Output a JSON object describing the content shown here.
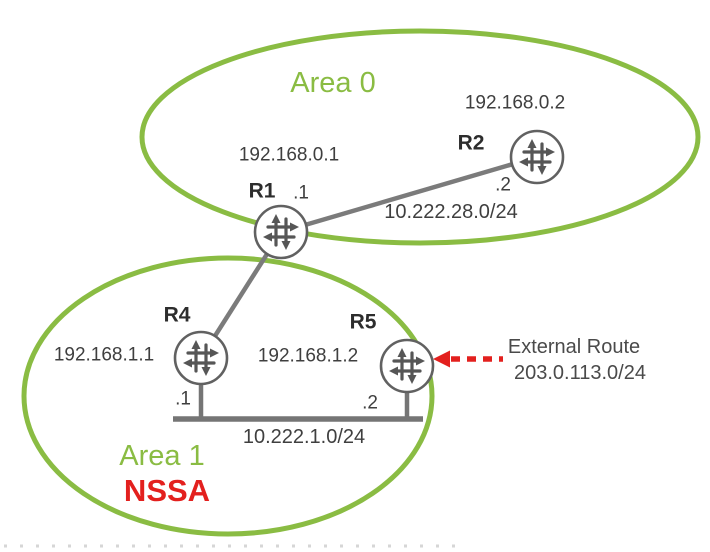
{
  "area0": {
    "label": "Area 0",
    "r1": {
      "name": "R1",
      "ip": "192.168.0.1",
      "iface": ".1"
    },
    "r2": {
      "name": "R2",
      "ip": "192.168.0.2",
      "iface": ".2"
    },
    "link_subnet": "10.222.28.0/24"
  },
  "area1": {
    "label": "Area 1",
    "type_label": "NSSA",
    "r4": {
      "name": "R4",
      "ip": "192.168.1.1",
      "iface": ".1"
    },
    "r5": {
      "name": "R5",
      "ip": "192.168.1.2",
      "iface": ".2"
    },
    "lan_subnet": "10.222.1.0/24"
  },
  "external": {
    "label": "External Route",
    "prefix": "203.0.113.0/24"
  },
  "colors": {
    "area_green": "#8abc43",
    "nssa_red": "#e3201e",
    "external_arrow_red": "#e3201e",
    "link_gray": "#7b7b7b",
    "text_gray": "#3f3f3f"
  }
}
